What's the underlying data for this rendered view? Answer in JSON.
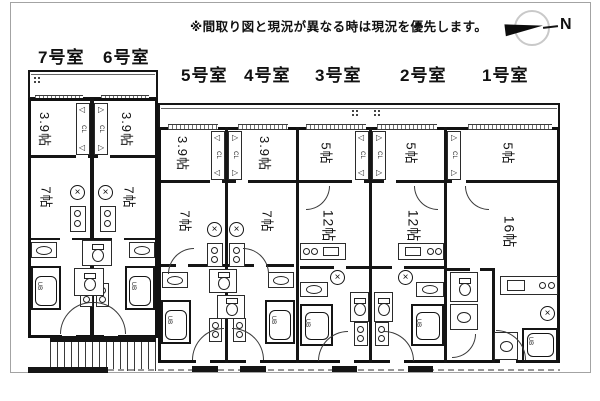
{
  "header": {
    "note": "※間取り図と現況が異なる時は現況を優先します。",
    "compass_north": "N"
  },
  "units": [
    {
      "no": "7号室",
      "upper_room": "3.9帖",
      "lower_room": "7帖"
    },
    {
      "no": "6号室",
      "upper_room": "3.9帖",
      "lower_room": "7帖"
    },
    {
      "no": "5号室",
      "upper_room": "3.9帖",
      "lower_room": "7帖"
    },
    {
      "no": "4号室",
      "upper_room": "3.9帖",
      "lower_room": "7帖"
    },
    {
      "no": "3号室",
      "upper_room": "5帖",
      "lower_room": "12帖"
    },
    {
      "no": "2号室",
      "upper_room": "5帖",
      "lower_room": "12帖"
    },
    {
      "no": "1号室",
      "upper_room": "5帖",
      "lower_room": "16帖"
    }
  ],
  "fixture_labels": {
    "closet": "CL",
    "unit_bath": "UB"
  }
}
